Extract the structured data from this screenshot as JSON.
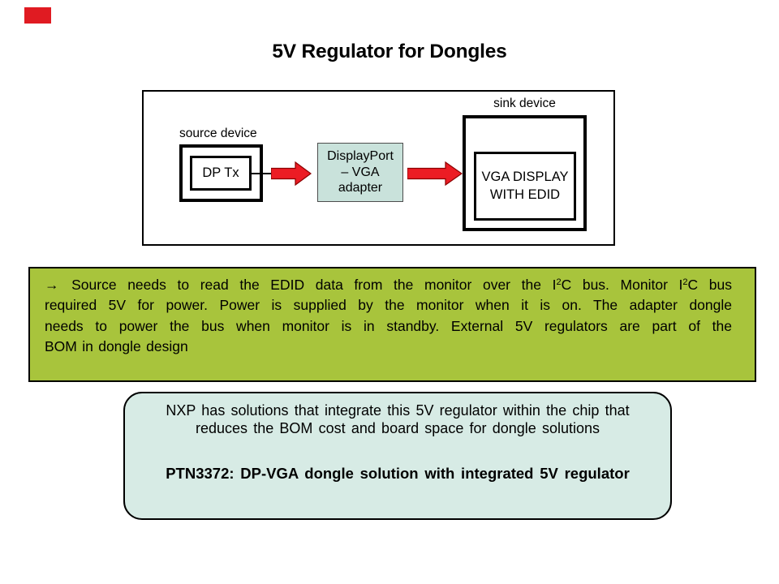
{
  "title": {
    "text": "5V Regulator for Dongles"
  },
  "brand": {
    "color": "#e01b22"
  },
  "diagram": {
    "source_label": "source device",
    "sink_label": "sink device",
    "dp_tx_label": "DP Tx",
    "adapter_line1": "DisplayPort",
    "adapter_line2": "– VGA",
    "adapter_line3": "adapter",
    "sink_line1": "VGA DISPLAY",
    "sink_line2": "WITH EDID",
    "adapter_fill": "#c9e2db",
    "arrow_fill": "#ec1c24",
    "arrow_stroke": "#8b0000"
  },
  "green_note": {
    "fill": "#a8c43c",
    "line1": {
      "arrow": "→",
      "a": " Source needs to read the EDID data from the monitor over the I",
      "sup1": "2",
      "b": "C bus. Monitor I",
      "sup2": "2",
      "c": "C bus"
    },
    "line2": "required 5V for power. Power is supplied by the monitor when it is on. The adapter dongle",
    "line3": "needs to power the bus when monitor is in standby. External 5V regulators are part of the",
    "line4": "BOM in dongle design"
  },
  "blue_note": {
    "fill": "#d7ebe5",
    "line1": "NXP has solutions that integrate this 5V regulator within the chip that",
    "line2": "reduces the BOM cost and board space for dongle solutions",
    "highlight": "PTN3372: DP-VGA dongle solution with integrated 5V regulator"
  }
}
